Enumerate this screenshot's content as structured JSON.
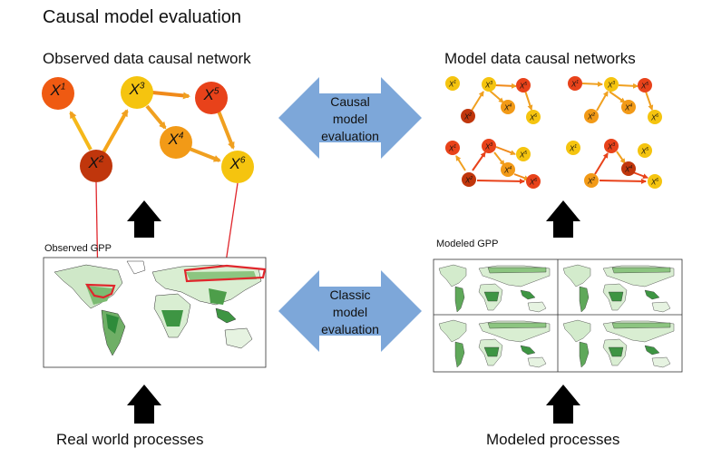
{
  "title": "Causal model evaluation",
  "observed_network_title": "Observed data causal network",
  "model_networks_title": "Model data causal networks",
  "arrow_top_lines": [
    "Causal",
    "model",
    "evaluation"
  ],
  "arrow_bottom_lines": [
    "Classic",
    "model",
    "evaluation"
  ],
  "observed_map_label": "Observed GPP",
  "modeled_map_label": "Modeled GPP",
  "bottom_left": "Real world processes",
  "bottom_right": "Modeled processes",
  "node_labels": [
    "X",
    "X",
    "X",
    "X",
    "X",
    "X"
  ],
  "node_superscripts": [
    "1",
    "2",
    "3",
    "4",
    "5",
    "6"
  ],
  "colors": {
    "arrow_blue": "#7da7d9",
    "node_dark_red": "#c0360c",
    "node_red_orange": "#e8421a",
    "node_orange": "#f08a1a",
    "node_yellow": "#f5c40f",
    "map_green": "#2e8b3a",
    "highlight_red": "#e0262c"
  }
}
